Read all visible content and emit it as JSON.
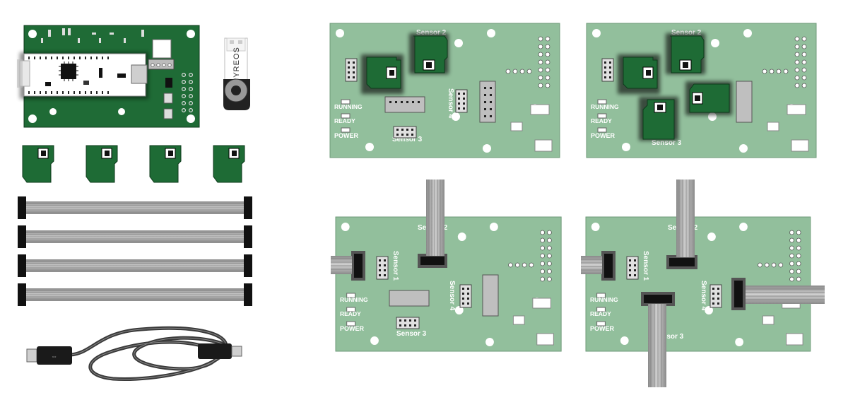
{
  "usb_stick": {
    "brand": "PYREOS"
  },
  "boards": {
    "silk": {
      "running": "RUNNING",
      "ready": "READY",
      "power": "POWER",
      "sensor1": "Sensor 1",
      "sensor2": "Sensor 2",
      "sensor3": "Sensor 3",
      "sensor4": "Sensor 4"
    }
  },
  "colors": {
    "board_light": "#92bf9c",
    "board_dark": "#1f6b36",
    "sensor_green": "#1e6b35",
    "ribbon": "#a9a9a9",
    "connector": "#111111"
  }
}
